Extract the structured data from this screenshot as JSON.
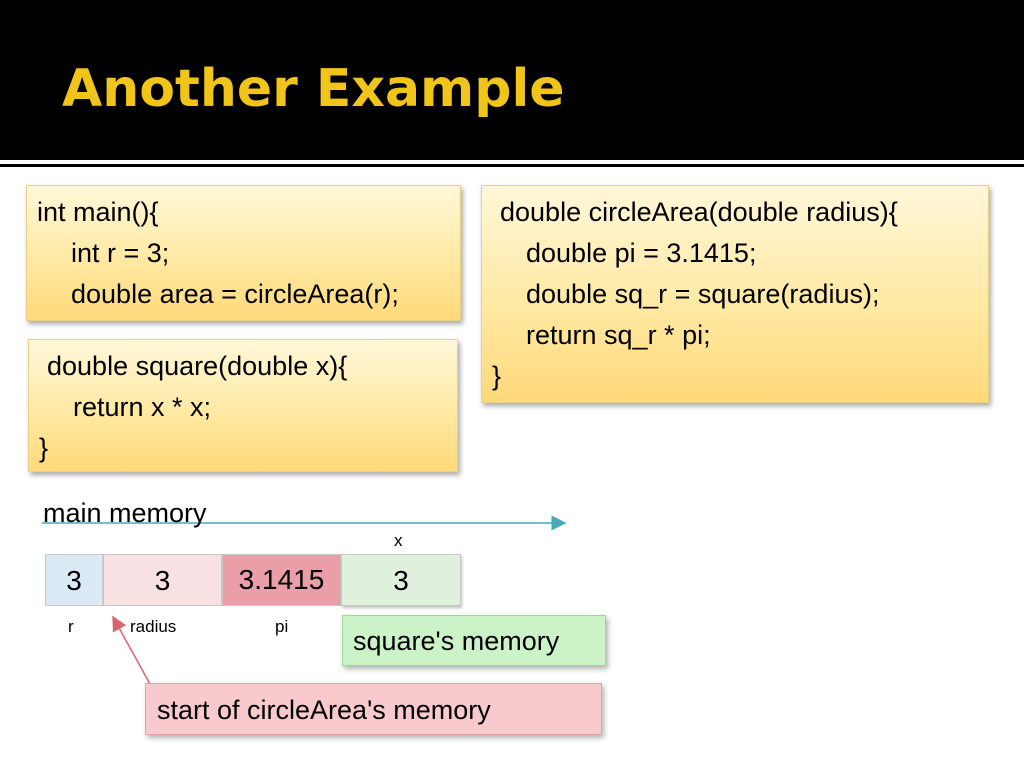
{
  "slide": {
    "title": "Another Example"
  },
  "code": {
    "main": [
      "int main(){",
      "int r = 3;",
      "double area = circleArea(r);"
    ],
    "square": [
      "double square(double x){",
      "return x * x;",
      "}"
    ],
    "circleArea": [
      "double circleArea(double radius){",
      "double pi = 3.1415;",
      "double sq_r = square(radius);",
      "return sq_r * pi;",
      "}"
    ]
  },
  "memory": {
    "label": "main memory",
    "cells": [
      {
        "value": "3",
        "label": "r",
        "color": "#dbe9f5"
      },
      {
        "value": "3",
        "label": "radius",
        "color": "#f7e1e2"
      },
      {
        "value": "3.1415",
        "label": "pi",
        "color": "#ea9ea7"
      },
      {
        "value": "3",
        "label": "x",
        "color": "#dff0dd"
      }
    ],
    "square_callout": "square's memory",
    "circle_callout": "start of  circleArea's memory"
  },
  "colors": {
    "title": "#f0c419",
    "code_box": "#ffe9a3",
    "arrow_teal": "#4aa7b8",
    "arrow_red": "#d9656c",
    "square_callout_bg": "#ccf2c8",
    "circle_callout_bg": "#f8c9cd"
  }
}
